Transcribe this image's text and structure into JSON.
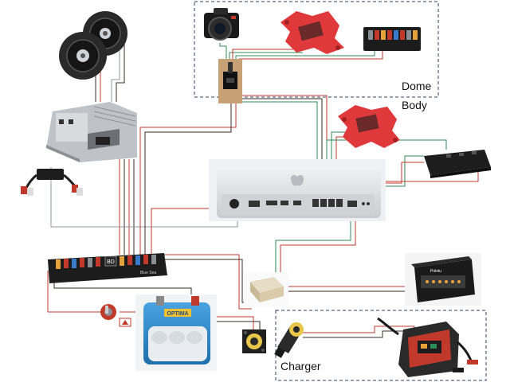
{
  "regions": {
    "dome": {
      "label_line1": "Dome",
      "label_line2": "Body"
    },
    "charger": {
      "label": "Charger"
    }
  },
  "components": [
    {
      "id": "speakers",
      "name": "Car speakers (pair)",
      "icon": "speaker-icon"
    },
    {
      "id": "amplifier",
      "name": "Stereo amplifier",
      "icon": "amplifier-icon"
    },
    {
      "id": "ground-loop-isolator",
      "name": "RCA ground loop isolator",
      "icon": "rca-cable-icon"
    },
    {
      "id": "camera",
      "name": "DSLR camera",
      "icon": "camera-icon"
    },
    {
      "id": "servo-controller-dome",
      "name": "Red servo controller board (dome)",
      "icon": "circuit-board-icon"
    },
    {
      "id": "dome-fuse-block",
      "name": "Dome fuse block",
      "icon": "fuse-block-icon"
    },
    {
      "id": "slip-ring",
      "name": "Slip ring",
      "icon": "slip-ring-icon"
    },
    {
      "id": "servo-controller-body",
      "name": "Red servo controller board (body)",
      "icon": "circuit-board-icon"
    },
    {
      "id": "usb-hub",
      "name": "USB hub",
      "icon": "usb-hub-icon"
    },
    {
      "id": "mac-mini",
      "name": "Mac mini (rear ports)",
      "icon": "computer-icon"
    },
    {
      "id": "main-fuse-block",
      "name": "Main fuse block",
      "icon": "fuse-block-icon"
    },
    {
      "id": "power-switch",
      "name": "Key power switch",
      "icon": "switch-icon"
    },
    {
      "id": "battery",
      "name": "Blue top battery",
      "icon": "battery-icon"
    },
    {
      "id": "dc-converter",
      "name": "DC-DC converter",
      "icon": "converter-icon"
    },
    {
      "id": "led-controller",
      "name": "Boxed controller unit",
      "icon": "controller-box-icon"
    },
    {
      "id": "charge-port",
      "name": "Chassis charging port",
      "icon": "connector-icon"
    },
    {
      "id": "charge-plug",
      "name": "Charging plug",
      "icon": "plug-icon"
    },
    {
      "id": "battery-charger",
      "name": "Battery charger",
      "icon": "charger-icon"
    }
  ],
  "product_text": {
    "fuse_block_brand": "Blue Sea",
    "fuse_block_badge": "BD",
    "battery_brand": "OPTIMA",
    "box_brand": "Pololu"
  },
  "colors": {
    "power_wire": "#c0392b",
    "ground_wire": "#3a2a22",
    "usb_wire": "#2e8b57",
    "audio_wire": "#8a9aa0",
    "region_border": "#2b3f6b",
    "servo_red": "#e0393b",
    "battery_blue": "#2a86c8",
    "mac_silver": "#dcdde0"
  },
  "wire_legend": [
    {
      "kind": "power",
      "color": "#c0392b"
    },
    {
      "kind": "ground",
      "color": "#3a2a22"
    },
    {
      "kind": "usb-signal",
      "color": "#2e8b57"
    },
    {
      "kind": "audio",
      "color": "#8a9aa0"
    }
  ]
}
